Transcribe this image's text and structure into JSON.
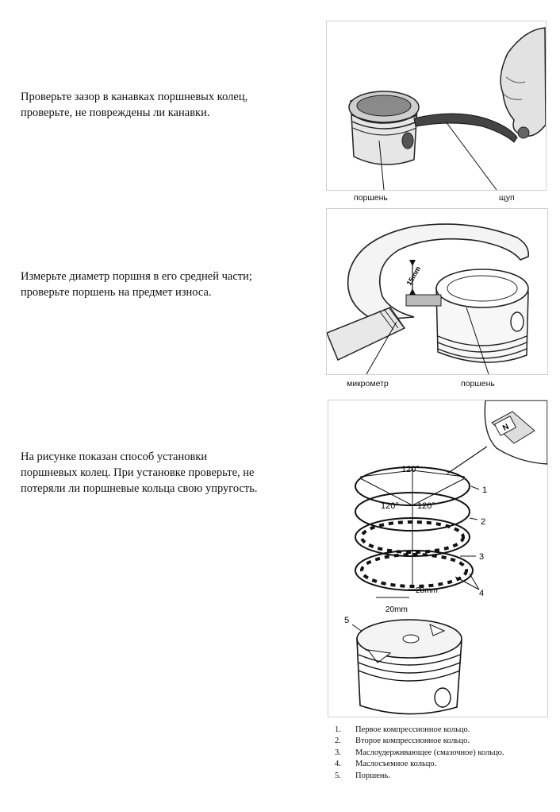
{
  "paragraphs": {
    "ring_groove_check": "Проверьте зазор в канавках поршневых колец,\nпроверьте, не повреждены ли канавки.",
    "piston_diameter": "Измерьте диаметр поршня в его средней части;\nпроверьте поршень на предмет износа.",
    "ring_install": "На рисунке показан способ установки\nпоршневых колец. При установке проверьте, не\nпотеряли ли поршневые кольца свою упругость."
  },
  "figure1": {
    "label_piston": "поршень",
    "label_feeler": "щуп"
  },
  "figure2": {
    "label_micrometer": "микрометр",
    "label_piston": "поршень",
    "dimension": "15mm"
  },
  "figure3": {
    "angle_top": "120°",
    "angle_left": "120°",
    "angle_right": "120°",
    "dim_inner": "20mm",
    "dim_outer": "20mm",
    "callouts": [
      "1",
      "2",
      "3",
      "4",
      "5"
    ],
    "marker": "N"
  },
  "legend": [
    {
      "num": "1.",
      "text": "Первое компрессионное кольцо."
    },
    {
      "num": "2.",
      "text": "Второе компрессионное кольцо."
    },
    {
      "num": "3.",
      "text": "Маслоудерживающее (смазочное) кольцо."
    },
    {
      "num": "4.",
      "text": "Маслосъемное кольцо."
    },
    {
      "num": "5.",
      "text": "Поршень."
    }
  ]
}
